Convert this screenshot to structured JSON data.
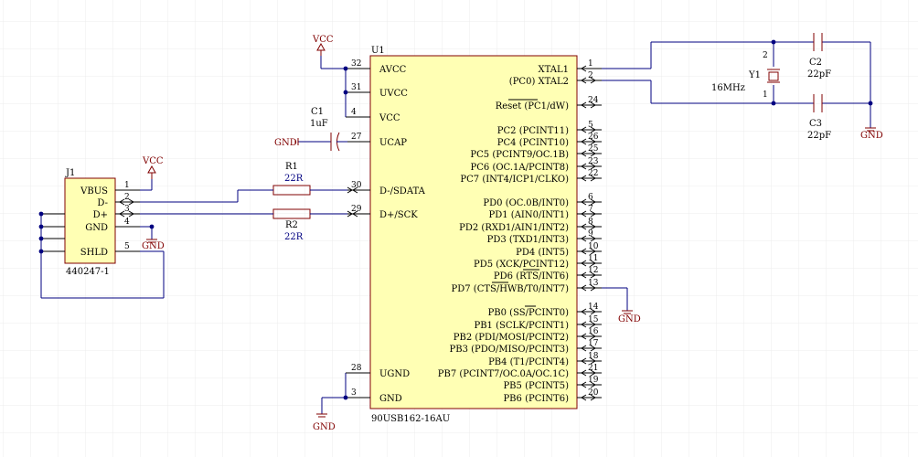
{
  "u1": {
    "designator": "U1",
    "part": "90USB162-16AU",
    "left_pins": [
      {
        "num": "32",
        "name": "AVCC"
      },
      {
        "num": "31",
        "name": "UVCC"
      },
      {
        "num": "4",
        "name": "VCC"
      },
      {
        "num": "27",
        "name": "UCAP"
      },
      {
        "num": "30",
        "name": "D-/SDATA"
      },
      {
        "num": "29",
        "name": "D+/SCK"
      },
      {
        "num": "28",
        "name": "UGND"
      },
      {
        "num": "3",
        "name": "GND"
      }
    ],
    "right_pins": [
      {
        "num": "1",
        "name": "XTAL1"
      },
      {
        "num": "2",
        "name": "(PC0) XTAL2"
      },
      {
        "num": "24",
        "name": "Reset (PC1/dW)"
      },
      {
        "num": "5",
        "name": "PC2 (PCINT11)"
      },
      {
        "num": "26",
        "name": "PC4 (PCINT10)"
      },
      {
        "num": "25",
        "name": "PC5 (PCINT9/OC.1B)"
      },
      {
        "num": "23",
        "name": "PC6 (OC.1A/PCINT8)"
      },
      {
        "num": "22",
        "name": "PC7 (INT4/ICP1/CLKO)"
      },
      {
        "num": "6",
        "name": "PD0 (OC.0B/INT0)"
      },
      {
        "num": "7",
        "name": "PD1 (AIN0/INT1)"
      },
      {
        "num": "8",
        "name": "PD2 (RXD1/AIN1/INT2)"
      },
      {
        "num": "9",
        "name": "PD3 (TXD1/INT3)"
      },
      {
        "num": "10",
        "name": "PD4 (INT5)"
      },
      {
        "num": "11",
        "name": "PD5 (XCK/PCINT12)"
      },
      {
        "num": "12",
        "name": "PD6 (RTS/INT6)"
      },
      {
        "num": "13",
        "name": "PD7 (CTS/HWB/T0/INT7)"
      },
      {
        "num": "14",
        "name": "PB0 (SS/PCINT0)"
      },
      {
        "num": "15",
        "name": "PB1 (SCLK/PCINT1)"
      },
      {
        "num": "16",
        "name": "PB2 (PDI/MOSI/PCINT2)"
      },
      {
        "num": "17",
        "name": "PB3 (PDO/MISO/PCINT3)"
      },
      {
        "num": "18",
        "name": "PB4 (T1/PCINT4)"
      },
      {
        "num": "21",
        "name": "PB7 (PCINT7/OC.0A/OC.1C)"
      },
      {
        "num": "19",
        "name": "PB5 (PCINT5)"
      },
      {
        "num": "20",
        "name": "PB6 (PCINT6)"
      }
    ]
  },
  "j1": {
    "designator": "J1",
    "part": "440247-1",
    "pins": [
      {
        "num": "1",
        "name": "VBUS"
      },
      {
        "num": "2",
        "name": "D-"
      },
      {
        "num": "3",
        "name": "D+"
      },
      {
        "num": "4",
        "name": "GND"
      },
      {
        "num": "5",
        "name": "SHLD"
      }
    ]
  },
  "components": {
    "r1": {
      "designator": "R1",
      "value": "22R"
    },
    "r2": {
      "designator": "R2",
      "value": "22R"
    },
    "c1": {
      "designator": "C1",
      "value": "1uF"
    },
    "c2": {
      "designator": "C2",
      "value": "22pF"
    },
    "c3": {
      "designator": "C3",
      "value": "22pF"
    },
    "y1": {
      "designator": "Y1",
      "value": "16MHz",
      "pin_a": "2",
      "pin_b": "1"
    }
  },
  "power": {
    "vcc": "VCC",
    "gnd": "GND"
  },
  "colors": {
    "wire": "#000080",
    "body": "#ffffb4",
    "outline": "#800000",
    "grid": "#ececec"
  }
}
